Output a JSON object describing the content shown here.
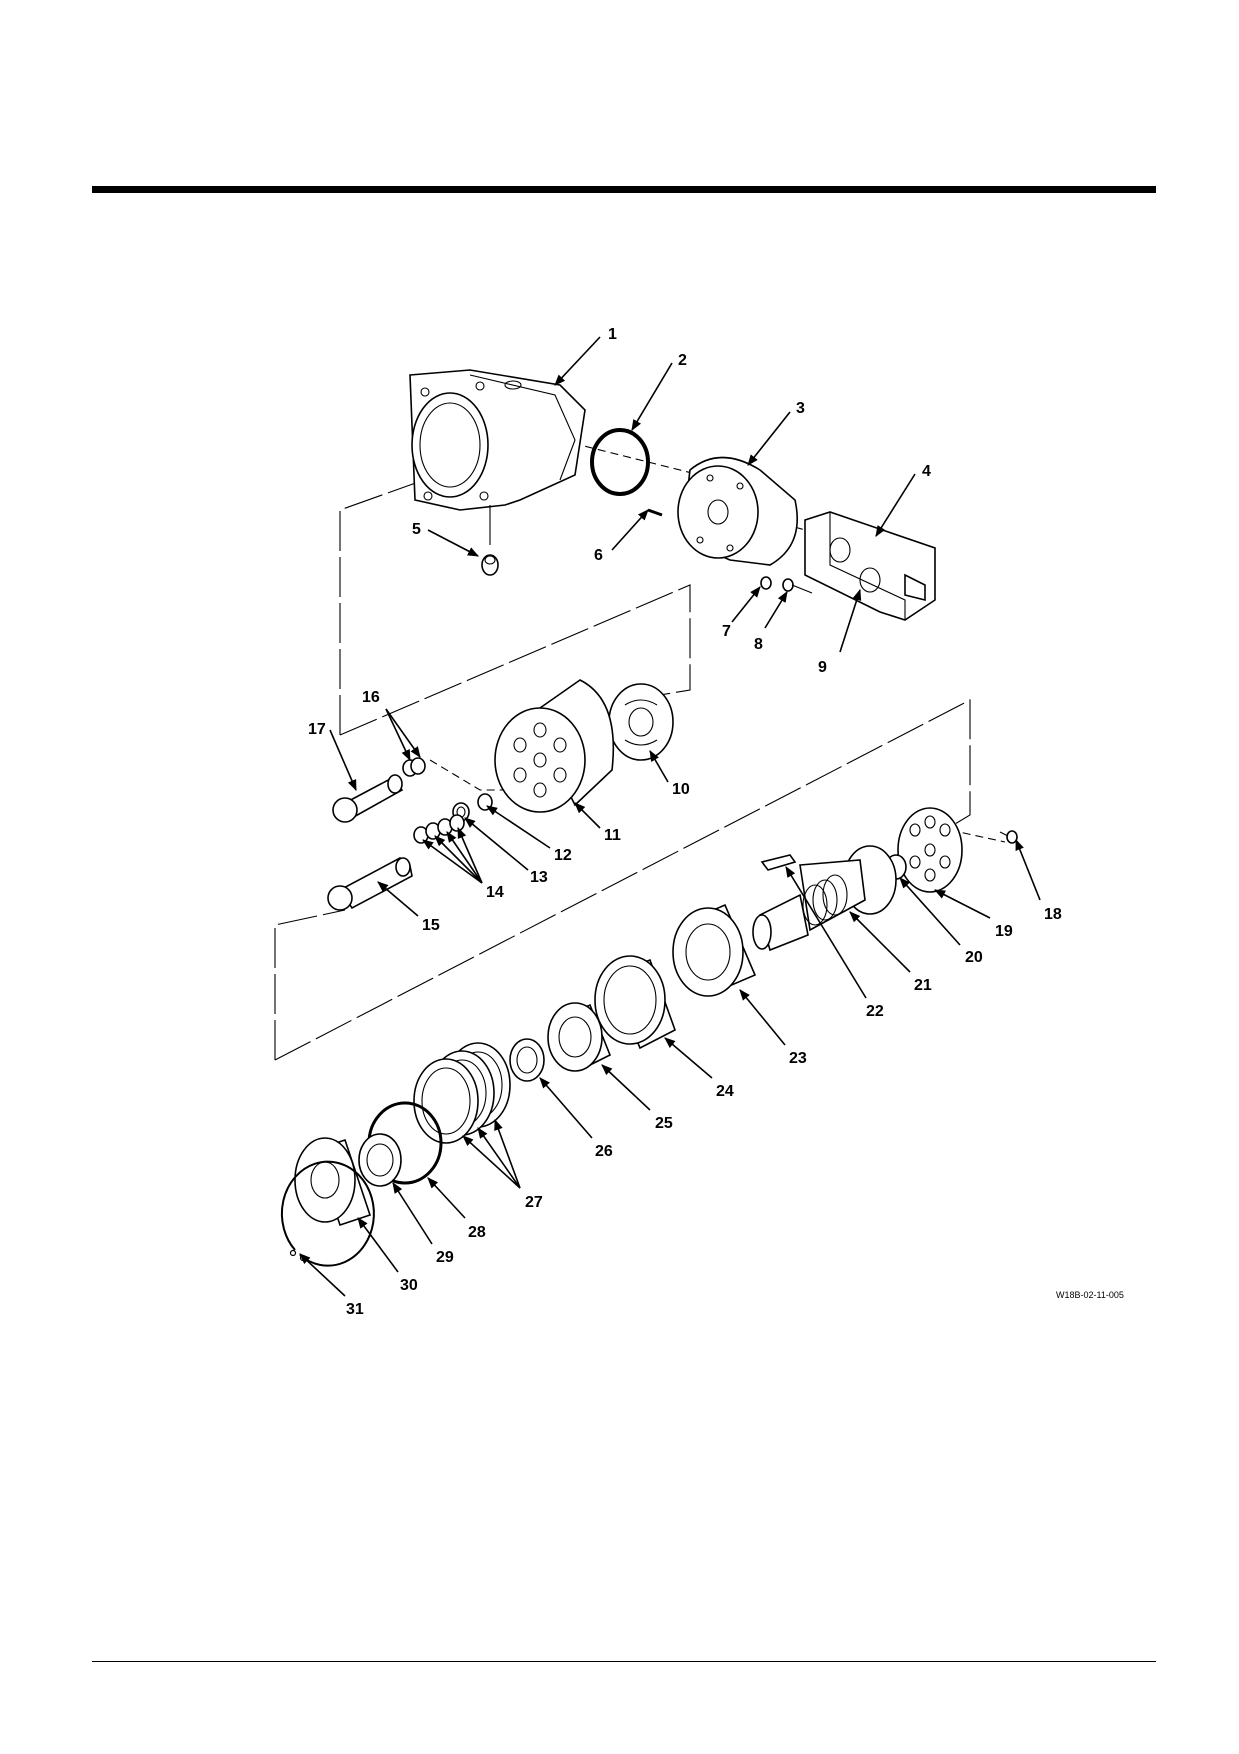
{
  "figure_id": "W18B-02-11-005",
  "callouts": [
    "1",
    "2",
    "3",
    "4",
    "5",
    "6",
    "7",
    "8",
    "9",
    "10",
    "11",
    "12",
    "13",
    "14",
    "15",
    "16",
    "17",
    "18",
    "19",
    "20",
    "21",
    "22",
    "23",
    "24",
    "25",
    "26",
    "27",
    "28",
    "29",
    "30",
    "31"
  ]
}
